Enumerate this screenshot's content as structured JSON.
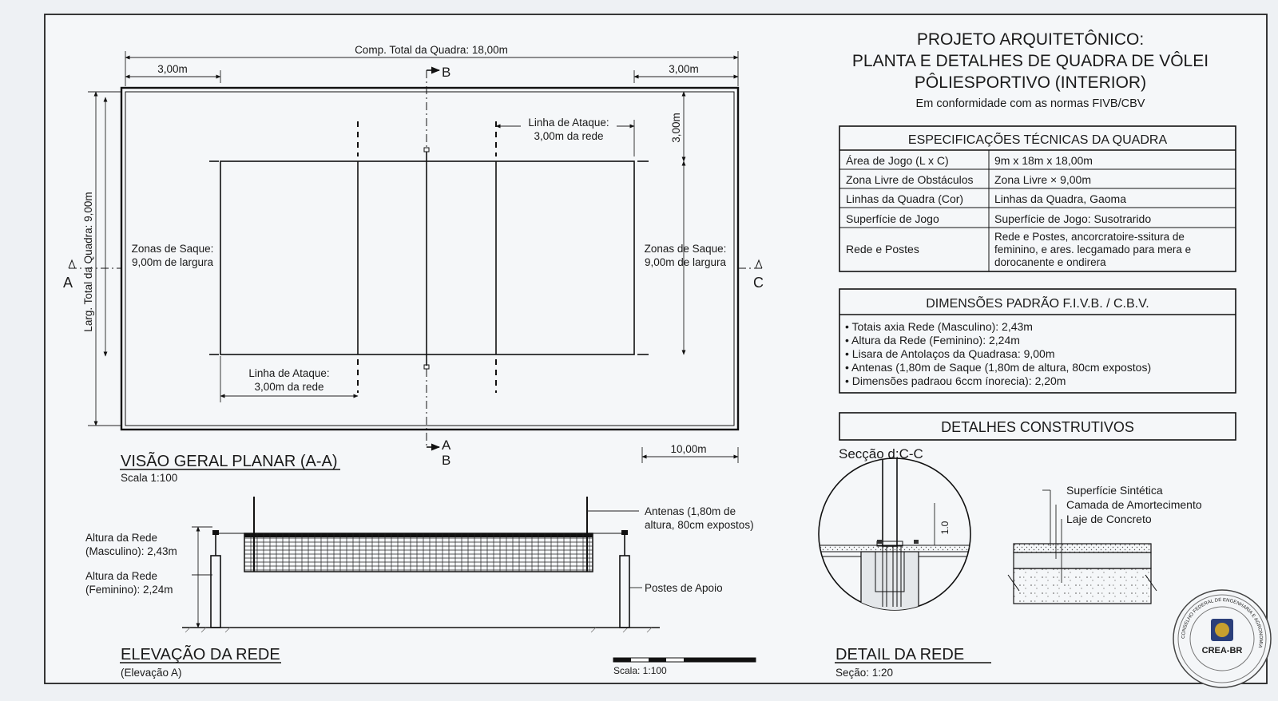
{
  "title_block": {
    "line1": "PROJETO ARQUITETÔNICO:",
    "line2": "PLANTA E DETALHES DE QUADRA DE VÔLEI",
    "line3": "PÔLIESPORTIVO (INTERIOR)",
    "subtitle": "Em conformidade com as normas FIVB/CBV"
  },
  "specs": {
    "title": "ESPECIFICAÇÕES TÉCNICAS DA QUADRA",
    "rows": [
      {
        "label": "Área de Jogo (L x C)",
        "value": "9m x 18m x 18,00m"
      },
      {
        "label": "Zona Livre de Obstáculos",
        "value": "Zona Livre × 9,00m"
      },
      {
        "label": "Linhas da Quadra (Cor)",
        "value": "Linhas da Quadra, Gaoma"
      },
      {
        "label": "Superfície de Jogo",
        "value": "Superfície de Jogo: Susotrarido"
      },
      {
        "label": "Rede e Postes",
        "value_lines": [
          "Rede e Postes, ancorcratoire-ssitura de",
          "feminino, e ares. lecgamado para mera e",
          "dorocanente e ondirera"
        ]
      }
    ]
  },
  "dimensions": {
    "title": "DIMENSÕES PADRÃO F.I.V.B. / C.B.V.",
    "items": [
      "• Totais axia Rede (Masculino): 2,43m",
      "• Altura da Rede (Feminino): 2,24m",
      "• Lisara de Antolaços da Quadrasa: 9,00m",
      "• Antenas (1,80m de Saque (1,80m de altura, 80cm expostos)",
      "• Dimensões padraou 6ccm ínorecia): 2,20m"
    ]
  },
  "construction": {
    "title": "DETALHES CONSTRUTIVOS",
    "section_label": "Secção d:C-C",
    "post_dim": "1.0",
    "layers": [
      "Superfície Sintética",
      "Camada de Amortecimento",
      "Laje de Concreto"
    ],
    "detail_title": "DETAIL DA REDE",
    "detail_scale": "Seção: 1:20"
  },
  "plan": {
    "total_length": "Comp. Total da Quadra: 18,00m",
    "left_zone_dim": "3,00m",
    "right_zone_dim": "3,00m",
    "vertical_dim": "3,00m",
    "total_width": "Larg. Total da Quadra: 9,00m",
    "attack_line_top": [
      "Linha de Ataque:",
      "3,00m da rede"
    ],
    "attack_line_bottom": [
      "Linha de Ataque:",
      "3,00m da rede"
    ],
    "serve_zone_left": [
      "Zonas de Saque:",
      "9,00m de largura"
    ],
    "serve_zone_right": [
      "Zonas de Saque:",
      "9,00m de largura"
    ],
    "bottom_dim": "10,00m",
    "marker_a": "A",
    "marker_c": "C",
    "marker_b_top": "B",
    "marker_a_bottom": "A",
    "marker_b_bottom": "B",
    "view_title": "VISÃO GERAL PLANAR (A-A)",
    "view_scale": "Scala 1:100"
  },
  "elevation": {
    "male_height": [
      "Altura da Rede",
      "(Masculino): 2,43m"
    ],
    "female_height": [
      "Altura da Rede",
      "(Feminino): 2,24m"
    ],
    "antennas": [
      "Antenas (1,80m de",
      "altura, 80cm expostos)"
    ],
    "posts": "Postes de Apoio",
    "title": "ELEVAÇÃO DA REDE",
    "subtitle": "(Elevação A)",
    "scale_bar": "Scala: 1:100"
  },
  "seal": {
    "name": "CREA-BR",
    "ring_text": "CONSELHO FEDERAL DE ENGENHARIA E AGRONOMIA"
  }
}
